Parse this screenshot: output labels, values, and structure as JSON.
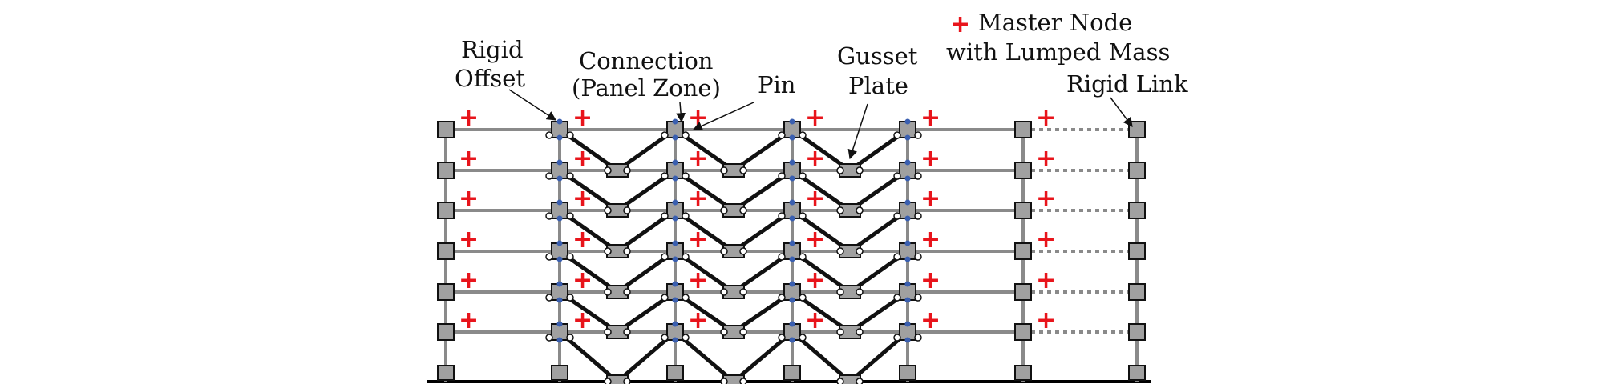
{
  "labels": {
    "rigid_offset": [
      "Rigid",
      "Offset"
    ],
    "connection": [
      "Connection",
      "(Panel Zone)"
    ],
    "pin": "Pin",
    "gusset_plate": [
      "Gusset",
      "Plate"
    ],
    "master_node": [
      "Master Node",
      "with Lumped Mass"
    ],
    "rigid_link": "Rigid Link"
  },
  "legend_symbol": "+",
  "colors": {
    "master_marker": "#e8141b",
    "beam": "#8a8a8a",
    "brace": "#111111",
    "node_fill": "#a0a0a0",
    "panel_dot": "#3a5fb0",
    "rigid_link": "#8a8a8a"
  }
}
